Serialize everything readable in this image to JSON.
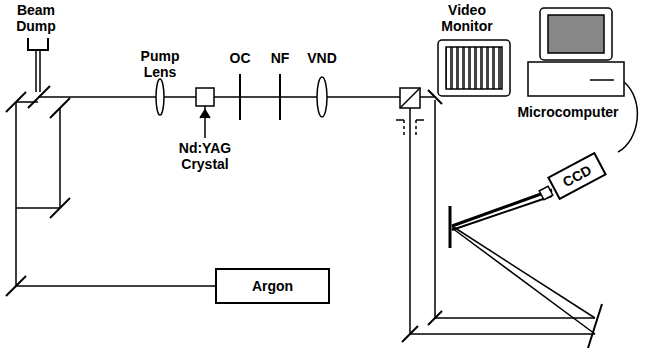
{
  "diagram": {
    "nodes": [
      {
        "text": [
          "Argon"
        ]
      },
      {
        "text": [
          "CCD"
        ]
      }
    ],
    "labels": [
      "Beam Dump",
      "Pump Lens",
      "OC",
      "NF",
      "VND",
      "Nd:YAG Crystal",
      "Video Monitor",
      "Microcomputer"
    ]
  }
}
